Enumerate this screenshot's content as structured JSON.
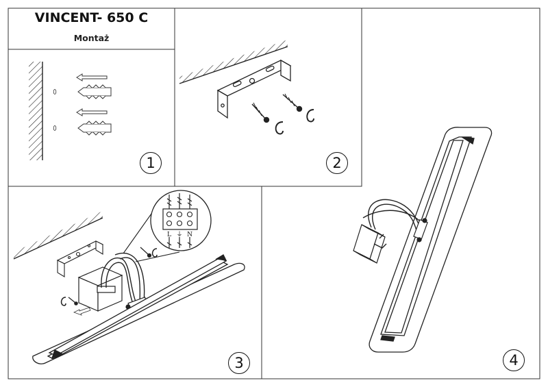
{
  "header": {
    "title": "VINCENT- 650 C",
    "subtitle": "Montaż"
  },
  "steps": [
    {
      "number": "1"
    },
    {
      "number": "2"
    },
    {
      "number": "3"
    },
    {
      "number": "4"
    }
  ],
  "terminal_block": {
    "labels": [
      "L",
      "⏚",
      "N"
    ]
  }
}
